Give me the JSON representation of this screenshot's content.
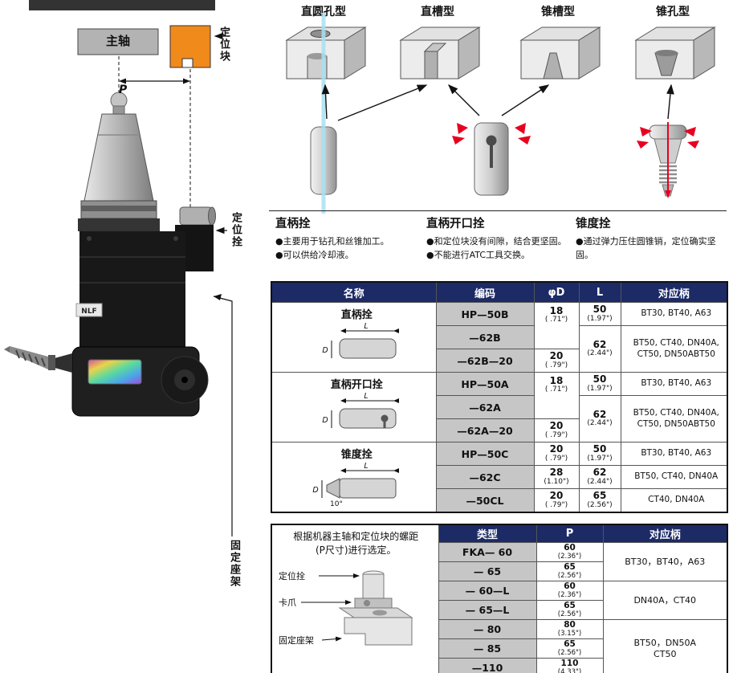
{
  "machine": {
    "spindle_label": "主轴",
    "block_label": "定位块",
    "p_label": "P",
    "pin_label": "定位拴",
    "mount_label": "固定座架",
    "tag": "NLF"
  },
  "socket_types": {
    "t1": "直圆孔型",
    "t2": "直槽型",
    "t3": "锥槽型",
    "t4": "锥孔型"
  },
  "pins": {
    "p1": {
      "title": "直柄拴",
      "b1": "●主要用于钻孔和丝锥加工。",
      "b2": "●可以供给冷却液。"
    },
    "p2": {
      "title": "直柄开口拴",
      "b1": "●和定位块没有间隙，结合更坚固。",
      "b2": "●不能进行ATC工具交换。"
    },
    "p3": {
      "title": "锥度拴",
      "b1": "●通过弹力压住圆锥销，定位确实坚固。"
    }
  },
  "table1": {
    "headers": {
      "name": "名称",
      "code": "编码",
      "d": "φD",
      "l": "L",
      "shank": "对应柄"
    },
    "dims": {
      "d": "D",
      "l": "L",
      "angle": "10°"
    },
    "groups": [
      {
        "name": "直柄拴",
        "r0": {
          "code": "HP—50B",
          "d": "18",
          "d_in": "( .71\")",
          "l": "50",
          "l_in": "(1.97\")",
          "shank": "BT30, BT40, A63"
        },
        "r1": {
          "code": "—62B",
          "l": "62",
          "l_in": "(2.44\")",
          "shank1": "BT50, CT40, DN40A,",
          "shank2": "CT50, DN50ABT50"
        },
        "r2": {
          "code": "—62B—20",
          "d": "20",
          "d_in": "( .79\")"
        }
      },
      {
        "name": "直柄开口拴",
        "r0": {
          "code": "HP—50A",
          "d": "18",
          "d_in": "( .71\")",
          "l": "50",
          "l_in": "(1.97\")",
          "shank": "BT30, BT40, A63"
        },
        "r1": {
          "code": "—62A",
          "l": "62",
          "l_in": "(2.44\")",
          "shank1": "BT50, CT40, DN40A,",
          "shank2": "CT50, DN50ABT50"
        },
        "r2": {
          "code": "—62A—20",
          "d": "20",
          "d_in": "( .79\")"
        }
      },
      {
        "name": "锥度拴",
        "r0": {
          "code": "HP—50C",
          "d": "20",
          "d_in": "( .79\")",
          "l": "50",
          "l_in": "(1.97\")",
          "shank": "BT30, BT40, A63"
        },
        "r1": {
          "code": "—62C",
          "d": "28",
          "d_in": "(1.10\")",
          "l": "62",
          "l_in": "(2.44\")",
          "shank": "BT50, CT40, DN40A"
        },
        "r2": {
          "code": "—50CL",
          "d": "20",
          "d_in": "( .79\")",
          "l": "65",
          "l_in": "(2.56\")",
          "shank": "CT40, DN40A"
        }
      }
    ]
  },
  "table2": {
    "headers": {
      "type": "类型",
      "p": "P",
      "shank": "对应柄"
    },
    "note1": "根据机器主轴和定位块的螺距",
    "note2": "(P尺寸)进行选定。",
    "diagram": {
      "pin": "定位拴",
      "claw": "卡爪",
      "mount": "固定座架"
    },
    "rows": [
      {
        "type": "FKA— 60",
        "p": "60",
        "p_in": "(2.36\")"
      },
      {
        "type": "— 65",
        "p": "65",
        "p_in": "(2.56\")"
      },
      {
        "type": "— 60—L",
        "p": "60",
        "p_in": "(2.36\")"
      },
      {
        "type": "— 65—L",
        "p": "65",
        "p_in": "(2.56\")"
      },
      {
        "type": "— 80",
        "p": "80",
        "p_in": "(3.15\")"
      },
      {
        "type": "— 85",
        "p": "65",
        "p_in": "(2.56\")"
      },
      {
        "type": "—110",
        "p": "110",
        "p_in": "(4.33\")"
      }
    ],
    "shanks": {
      "g1": "BT30，BT40，A63",
      "g2": "DN40A，CT40",
      "g3a": "BT50，DN50A",
      "g3b": "CT50"
    }
  }
}
